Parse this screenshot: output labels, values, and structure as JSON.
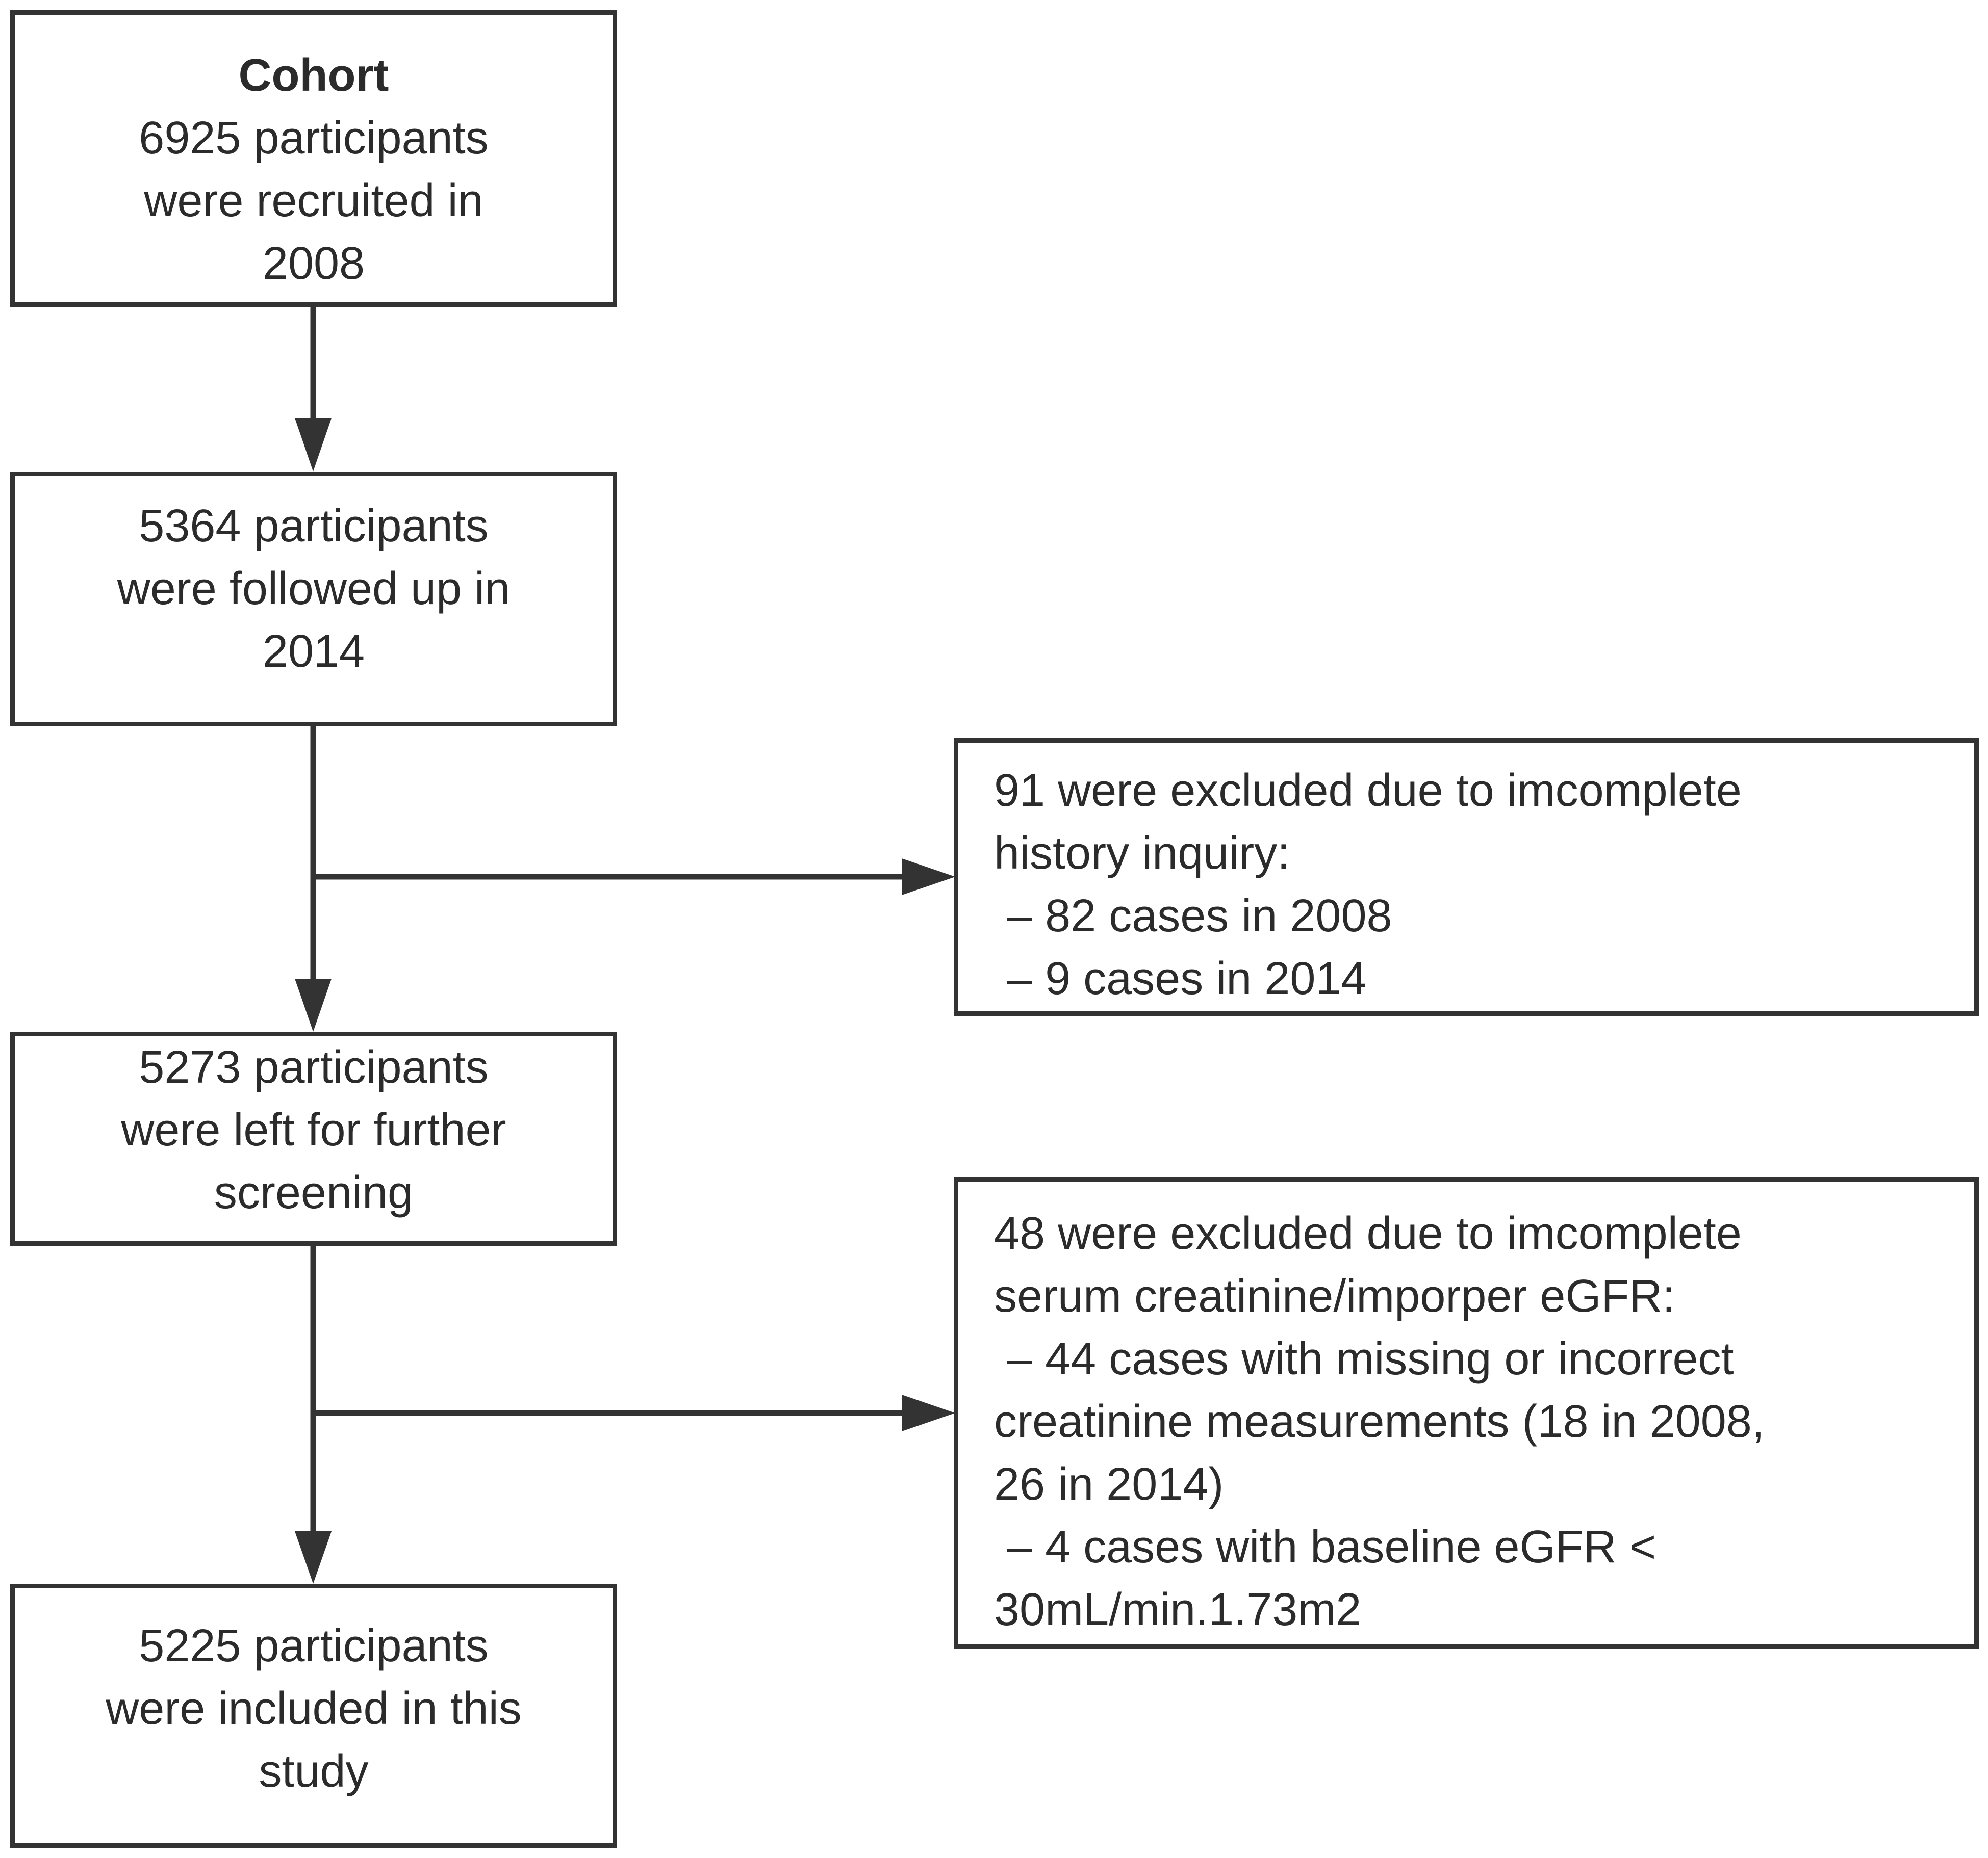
{
  "boxes": {
    "cohort": {
      "title": "Cohort",
      "lines": [
        "6925 participants",
        "were recruited in",
        "2008"
      ]
    },
    "followed": {
      "lines": [
        "5364 participants",
        "were followed up in",
        "2014"
      ]
    },
    "left": {
      "lines": [
        "5273 participants",
        "were left for further",
        "screening"
      ]
    },
    "included": {
      "lines": [
        "5225 participants",
        "were included in this",
        "study"
      ]
    },
    "excluded_history": {
      "lines": [
        "91 were excluded due to imcomplete",
        "history inquiry:",
        " – 82 cases in 2008",
        " – 9 cases in 2014"
      ]
    },
    "excluded_creatinine": {
      "lines": [
        "48 were excluded due to imcomplete",
        "serum creatinine/imporper eGFR:",
        " – 44 cases with missing or incorrect",
        "creatinine measurements (18 in 2008,",
        "26 in 2014)",
        " – 4 cases with baseline eGFR <",
        "30mL/min.1.73m2"
      ]
    }
  },
  "colors": {
    "stroke": "#333333",
    "text": "#2b2b2b",
    "background": "#ffffff"
  }
}
